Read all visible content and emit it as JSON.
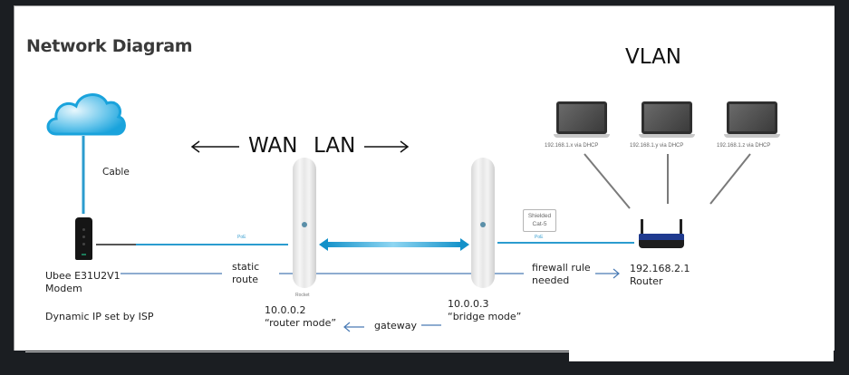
{
  "title": "Network Diagram",
  "colors": {
    "background": "#1b1e22",
    "sheet": "#ffffff",
    "cable_blue": "#2b9ccf",
    "annotation_line": "#4a7bb5",
    "cloud": "#1aa3dc",
    "router_stripe": "#1f3a8f"
  },
  "headings": {
    "wan": "WAN",
    "lan": "LAN",
    "vlan": "VLAN"
  },
  "nodes": {
    "cloud": {
      "icon": "cloud-icon",
      "link_label": "Cable"
    },
    "modem": {
      "icon": "modem-icon",
      "name": "Ubee E31U2V1",
      "type": "Modem",
      "note": "Dynamic IP set by ISP"
    },
    "antenna_left": {
      "icon": "antenna-icon",
      "caption": "Rocket",
      "ip": "10.0.0.2",
      "mode": "“router mode”"
    },
    "antenna_right": {
      "icon": "antenna-icon",
      "ip": "10.0.0.3",
      "mode": "“bridge mode”"
    },
    "router": {
      "icon": "router-icon",
      "ip": "192.168.2.1",
      "type": "Router"
    },
    "laptops": [
      {
        "icon": "laptop-icon",
        "label": "192.168.1.x via DHCP"
      },
      {
        "icon": "laptop-icon",
        "label": "192.168.1.y via DHCP"
      },
      {
        "icon": "laptop-icon",
        "label": "192.168.1.z via DHCP"
      }
    ]
  },
  "links": {
    "poe_left": "PoE",
    "poe_right": "PoE",
    "shielded_cable": "Shielded\nCat-5"
  },
  "annotations": {
    "static_route": "static\nroute",
    "firewall": "firewall rule\nneeded",
    "gateway": "gateway"
  }
}
